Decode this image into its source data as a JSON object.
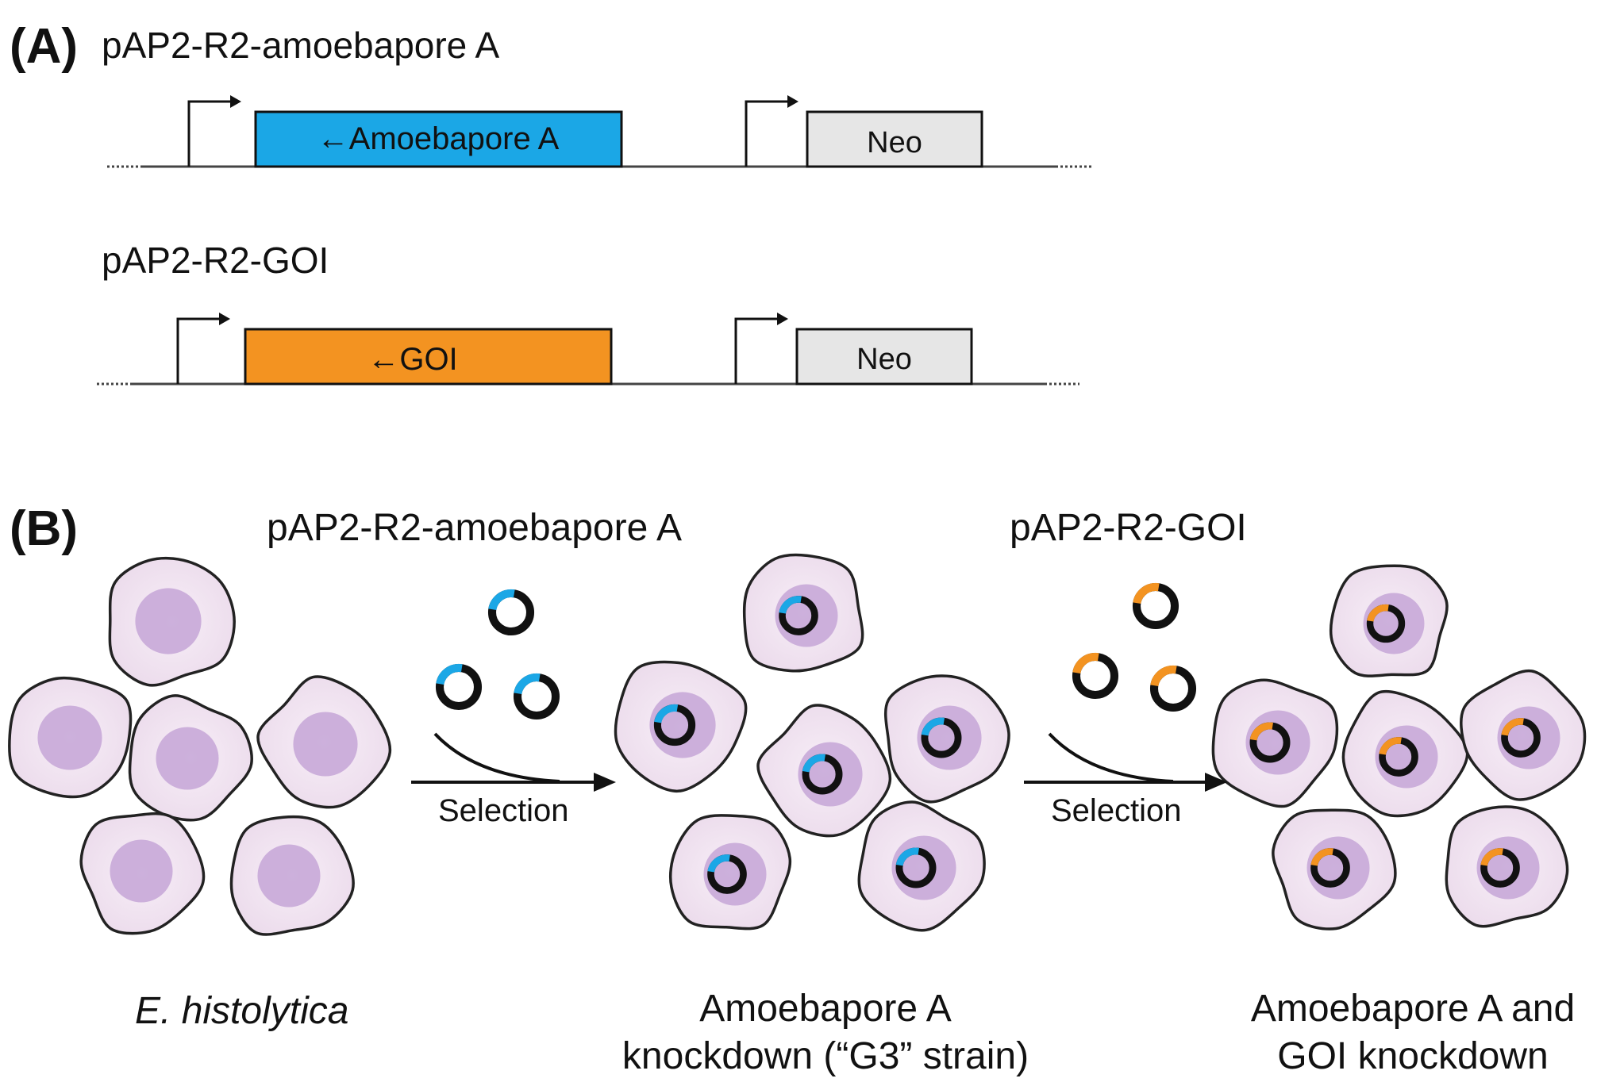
{
  "panel_a": {
    "label": "(A)",
    "construct1": {
      "title": "pAP2-R2-amoebapore A",
      "gene_label": "←Amoebapore A",
      "gene_color": "#1ba7e6",
      "marker_label": "Neo",
      "marker_color": "#e6e6e6"
    },
    "construct2": {
      "title": "pAP2-R2-GOI",
      "gene_label": "←GOI",
      "gene_color": "#f39321",
      "marker_label": "Neo",
      "marker_color": "#e6e6e6"
    }
  },
  "panel_b": {
    "label": "(B)",
    "step1_plasmid": "pAP2-R2-amoebapore A",
    "step2_plasmid": "pAP2-R2-GOI",
    "selection_label_1": "Selection",
    "selection_label_2": "Selection",
    "caption_start": "E. histolytica",
    "caption_mid_line1": "Amoebapore A",
    "caption_mid_line2": "knockdown (“G3” strain)",
    "caption_end_line1": "Amoebapore A and",
    "caption_end_line2": "GOI knockdown",
    "cell_color": "#f0e2f0",
    "nucleus_color": "#c8a8d8",
    "plasmid_blue": "#1ba7e6",
    "plasmid_orange": "#f39321"
  }
}
